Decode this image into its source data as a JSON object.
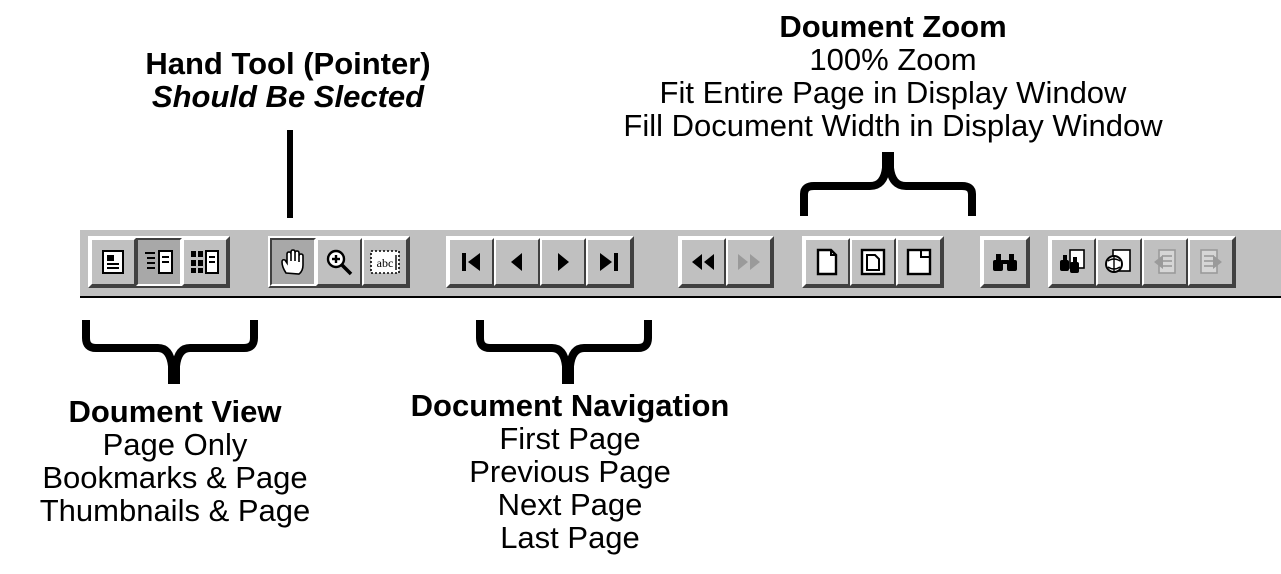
{
  "hand_tool": {
    "title": "Hand Tool (Pointer)",
    "note": "Should Be Slected"
  },
  "zoom": {
    "title": "Doument  Zoom",
    "items": [
      "100% Zoom",
      "Fit Entire Page in Display Window",
      "Fill Document Width in Display Window"
    ]
  },
  "view": {
    "title": "Doument View",
    "items": [
      "Page Only",
      "Bookmarks & Page",
      "Thumbnails & Page"
    ]
  },
  "navigation": {
    "title": "Document Navigation",
    "items": [
      "First Page",
      "Previous Page",
      "Next Page",
      "Last Page"
    ]
  },
  "toolbar": {
    "view_buttons": [
      "page-only-icon",
      "bookmarks-page-icon",
      "thumbnails-page-icon"
    ],
    "tool_buttons": [
      "hand-icon",
      "zoom-in-icon",
      "text-select-icon"
    ],
    "nav_buttons": [
      "first-page-icon",
      "previous-page-icon",
      "next-page-icon",
      "last-page-icon"
    ],
    "history_buttons": [
      "go-back-icon",
      "go-forward-icon"
    ],
    "zoom_buttons": [
      "actual-size-icon",
      "fit-page-icon",
      "fit-width-icon"
    ],
    "find_button": "find-icon",
    "extra_buttons": [
      "search-icon",
      "web-links-icon",
      "previous-highlight-icon",
      "next-highlight-icon"
    ],
    "selected_tool": "hand-icon"
  }
}
